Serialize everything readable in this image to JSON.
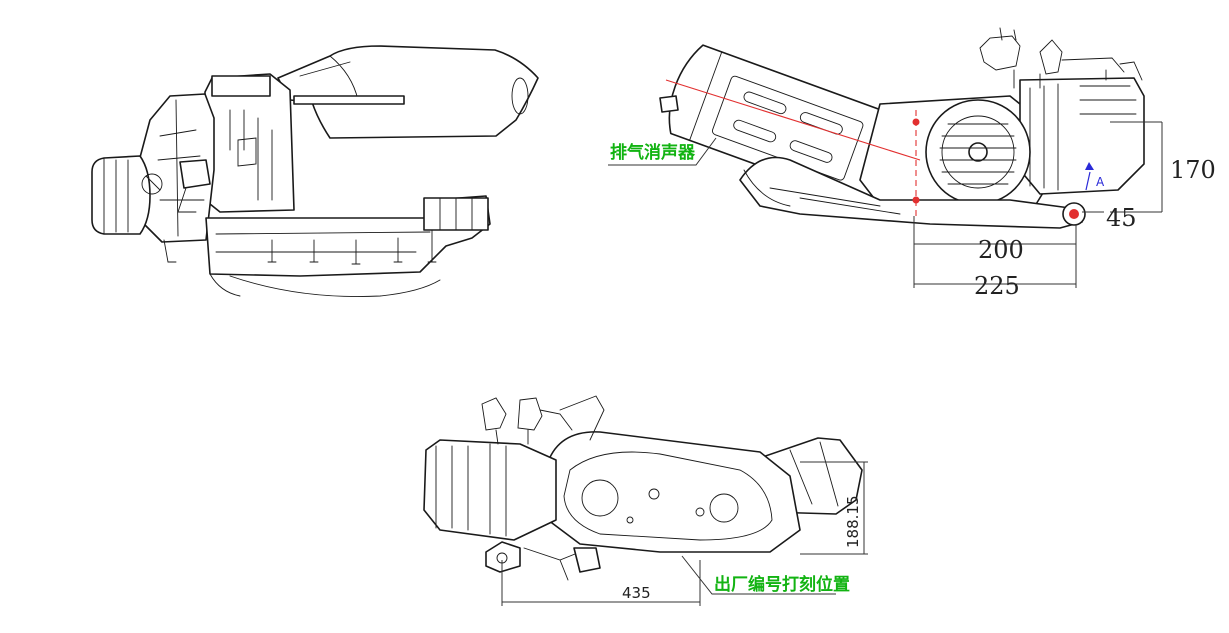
{
  "dimensions": {
    "height_170": "170",
    "offset_45": "45",
    "length_200": "200",
    "length_225": "225",
    "length_435": "435",
    "height_188": "188.15"
  },
  "callouts": {
    "muffler": "排气消声器",
    "serial_position": "出厂编号打刻位置",
    "view_marker": "A"
  },
  "colors": {
    "callout_green": "#12b312",
    "center_red": "#e23030",
    "marker_blue": "#2a2ad8",
    "line": "#1a1a1a"
  }
}
